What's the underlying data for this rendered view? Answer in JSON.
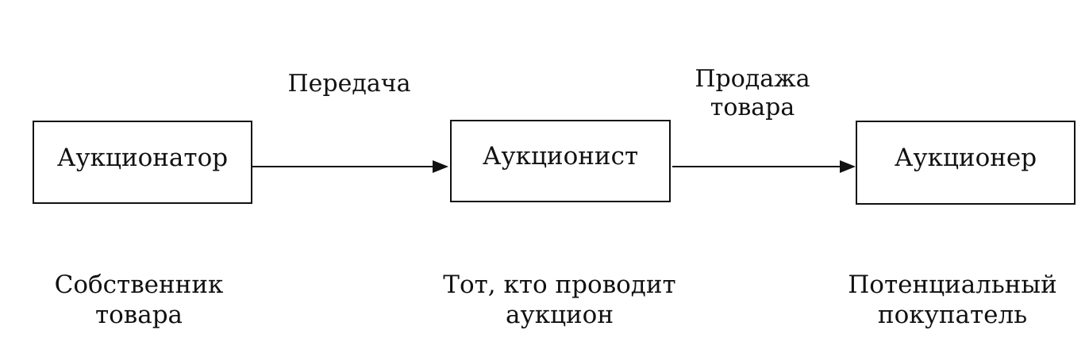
{
  "nodes": [
    {
      "label": "Аукционатор",
      "caption": "Собственник\nтовара"
    },
    {
      "label": "Аукционист",
      "caption": "Тот, кто проводит\nаукцион"
    },
    {
      "label": "Аукционер",
      "caption": "Потенциальный\nпокупатель"
    }
  ],
  "edges": [
    {
      "from": "Аукционатор",
      "to": "Аукционист",
      "label": "Передача"
    },
    {
      "from": "Аукционист",
      "to": "Аукционер",
      "label": "Продажа\nтовара"
    }
  ]
}
